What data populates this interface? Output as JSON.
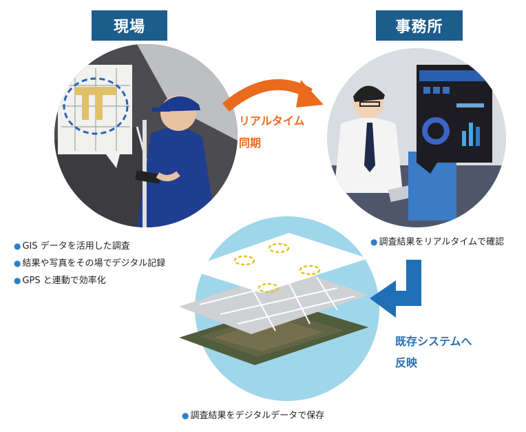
{
  "site": {
    "label": "現場",
    "bullets": [
      "GIS データを活用した調査",
      "結果や写真をその場でデジタル記録",
      "GPS と連動で効率化"
    ]
  },
  "office": {
    "label": "事務所",
    "bullet": "調査結果をリアルタイムで確認"
  },
  "sync": {
    "line1": "リアルタイム",
    "line2": "同期"
  },
  "reflect": {
    "line1": "既存システムへ",
    "line2": "反映"
  },
  "storage": {
    "bullet": "調査結果をデジタルデータで保存"
  },
  "colors": {
    "header_bg": "#1d5d8c",
    "orange": "#ea6a1e",
    "blue_arrow": "#1f6fb6",
    "circle_bg": "#9fd6ea"
  },
  "icons": [
    "map-pin-icon",
    "person-icon",
    "monitor-icon",
    "arrow-icon"
  ]
}
